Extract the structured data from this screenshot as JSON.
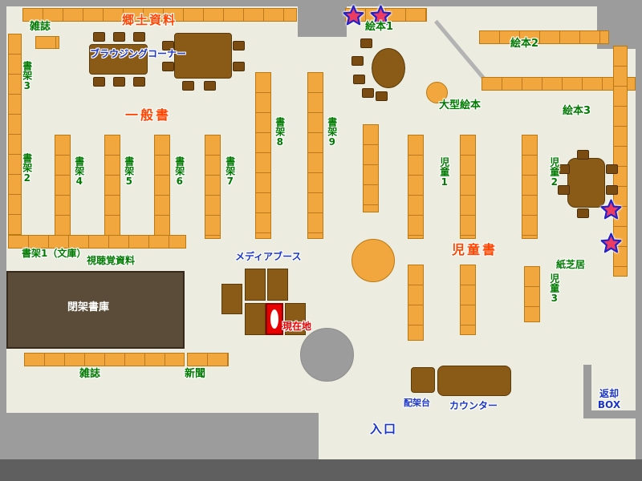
{
  "colors": {
    "floor": "#ecece0",
    "wall": "#9c9c9c",
    "wall_dark": "#5f5f5f",
    "shelf": "#f2a63e",
    "shelf_border": "#b97a12",
    "table": "#8a5a17",
    "table_border": "#5a3a08",
    "stacks": "#5a4c38",
    "green": "#007a00",
    "blue": "#1a35c8",
    "red": "#ff4400",
    "marker_red": "#e60000",
    "star_fill": "#ee3b60",
    "star_stroke": "#2222cc"
  },
  "labels": {
    "magazines_top": "雑誌",
    "local_materials": "郷土資料",
    "browsing_corner": "ブラウジングコーナー",
    "shelf3": "書架3",
    "shelf2": "書架2",
    "general_books": "一般書",
    "shelf4": "書架4",
    "shelf5": "書架5",
    "shelf6": "書架6",
    "shelf7": "書架7",
    "shelf8": "書架8",
    "shelf9": "書架9",
    "picture_books1": "絵本1",
    "picture_books2": "絵本2",
    "picture_books3": "絵本3",
    "large_picture_books": "大型絵本",
    "children1": "児童1",
    "children2": "児童2",
    "children3": "児童3",
    "children_books": "児童書",
    "shelf1_bunko": "書架1（文庫）",
    "audio_visual": "視聴覚資料",
    "media_booth": "メディアブース",
    "closed_stacks": "閉架書庫",
    "current_location": "現在地",
    "magazines_bottom": "雑誌",
    "newspapers": "新聞",
    "entrance": "入口",
    "sorting_stand": "配架台",
    "counter": "カウンター",
    "return_box": "返却BOX",
    "kamishibai": "紙芝居"
  }
}
